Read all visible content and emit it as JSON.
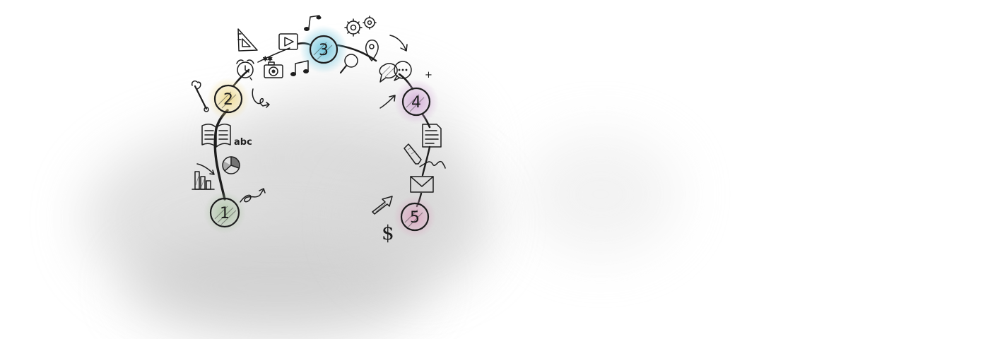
{
  "diagram": {
    "steps": [
      {
        "id": "step1",
        "label": "1",
        "color": "#a9c4a0"
      },
      {
        "id": "step2",
        "label": "2",
        "color": "#efd98a"
      },
      {
        "id": "step3",
        "label": "3",
        "color": "#6dc5dc"
      },
      {
        "id": "step4",
        "label": "4",
        "color": "#d2a8d6"
      },
      {
        "id": "step5",
        "label": "5",
        "color": "#dca3bf"
      }
    ],
    "labels": {
      "abc": "abc",
      "dollar": "$",
      "plus": "+"
    },
    "icons": [
      "bar-chart-icon",
      "pie-chart-icon",
      "open-book-icon",
      "wrench-icon",
      "alarm-clock-icon",
      "camera-icon",
      "music-note-icon",
      "video-player-icon",
      "triangle-ruler-icon",
      "gears-icon",
      "magnifier-icon",
      "map-pin-icon",
      "speech-bubble-icon",
      "document-icon",
      "pen-icon",
      "envelope-icon",
      "arrow-icon",
      "dollar-icon"
    ]
  }
}
